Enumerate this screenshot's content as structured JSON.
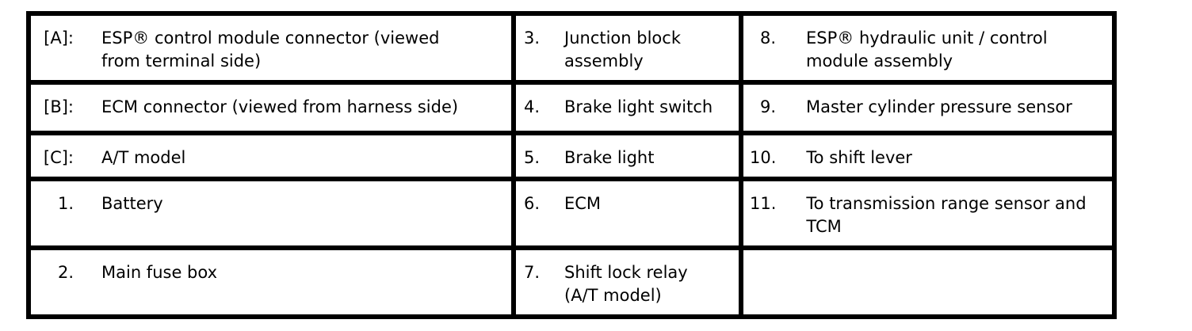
{
  "colors": {
    "border": "#000000",
    "background": "#ffffff",
    "text": "#000000"
  },
  "table": {
    "description": "Component legend table",
    "rows": [
      {
        "cells": [
          {
            "label": "[A]:",
            "text": "ESP® control module connector (viewed\nfrom terminal side)"
          },
          {
            "label": "3.",
            "text": "Junction block\nassembly"
          },
          {
            "label": "8.",
            "text": "ESP® hydraulic unit / control\nmodule assembly"
          }
        ]
      },
      {
        "cells": [
          {
            "label": "[B]:",
            "text": "ECM connector (viewed from harness side)"
          },
          {
            "label": "4.",
            "text": "Brake light switch"
          },
          {
            "label": "9.",
            "text": "Master cylinder pressure sensor"
          }
        ]
      },
      {
        "cells": [
          {
            "label": "[C]:",
            "text": "A/T model"
          },
          {
            "label": "5.",
            "text": "Brake light"
          },
          {
            "label": "10.",
            "text": "To shift lever"
          }
        ]
      },
      {
        "cells": [
          {
            "label": "1.",
            "text": "Battery"
          },
          {
            "label": "6.",
            "text": "ECM"
          },
          {
            "label": "11.",
            "text": "To transmission range sensor and\nTCM"
          }
        ]
      },
      {
        "cells": [
          {
            "label": "2.",
            "text": "Main fuse box"
          },
          {
            "label": "7.",
            "text": "Shift lock relay\n(A/T model)"
          },
          {
            "label": "",
            "text": ""
          }
        ]
      }
    ]
  }
}
